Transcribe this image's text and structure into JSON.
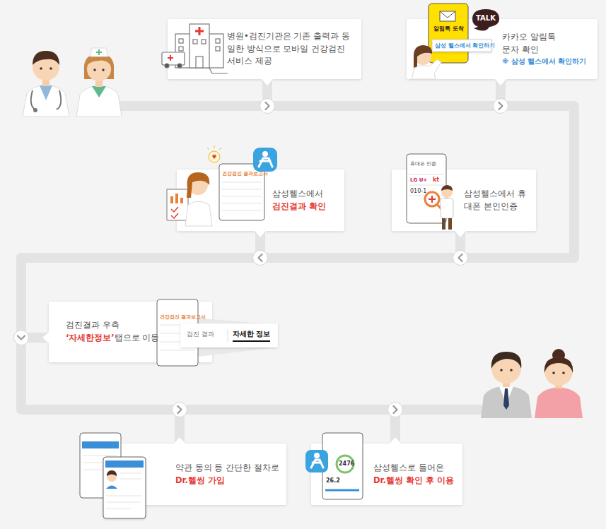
{
  "diagram": {
    "nodes": [
      {
        "text": [
          "병원•검진기관은 기존 출력과 동일한 방식으로 모바일 건강검진 서비스 제공"
        ]
      },
      {
        "text": [
          "카카오 알림톡 문자 확인",
          "※ 삼성 헬스에서 확인하기"
        ]
      },
      {
        "text": [
          "삼성헬스에서 휴대폰 본인인증"
        ]
      },
      {
        "text": [
          "삼성헬스에서",
          "검진결과 확인"
        ]
      },
      {
        "text": [
          "검진결과 우측",
          "‘자세한정보’",
          "탭으로 이동"
        ]
      },
      {
        "text": [
          "약관 동의 등 간단한 절차로",
          "Dr.헬씽 가입"
        ]
      },
      {
        "text": [
          "삼성헬스로 들어온",
          "Dr.헬씽 확인 후 이용"
        ]
      }
    ],
    "edges": [
      {
        "from": 0,
        "to": 1,
        "arrow": "none"
      },
      {
        "from": 1,
        "to": 2,
        "arrow": "none"
      },
      {
        "from": 2,
        "to": 3,
        "arrow": "none"
      },
      {
        "from": 3,
        "to": 4,
        "arrow": "none"
      },
      {
        "from": 4,
        "to": 5,
        "arrow": "none"
      },
      {
        "from": 5,
        "to": 6,
        "arrow": "none"
      }
    ],
    "labels": [
      "알림톡 도착",
      "삼성 헬스에서 확인하기",
      "TALK",
      "휴대폰 인증",
      "kt",
      "LG U+",
      "010-1",
      "건강검진 결과보고서",
      "건강검진 결과보고서",
      "검진 결과",
      "자세한 정보",
      "2476",
      "26.2"
    ]
  }
}
